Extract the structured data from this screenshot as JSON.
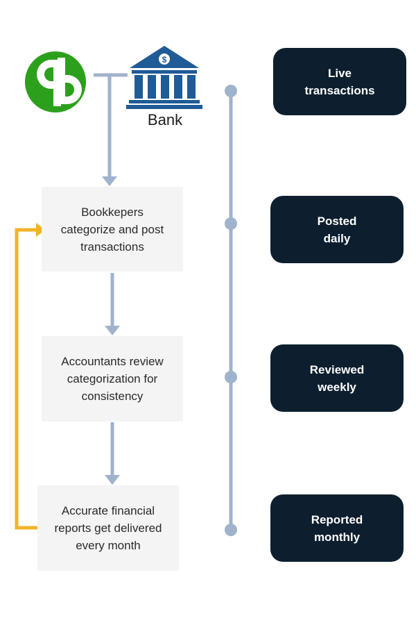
{
  "colors": {
    "qb_green": "#2ca01c",
    "bank_blue": "#1f5b96",
    "connector": "#9fb3cd",
    "feedback": "#f0b429",
    "badge_bg": "#0d1f2e",
    "box_bg": "#f4f4f4"
  },
  "logos": {
    "quickbooks": "quickbooks-logo",
    "bank": "bank-icon"
  },
  "bank_label": "Bank",
  "steps": [
    {
      "text": "Bookkepers\ncategorize and post\ntransactions"
    },
    {
      "text": "Accountants review\ncategorization for\nconsistency"
    },
    {
      "text": "Accurate financial\nreports get delivered\nevery month"
    }
  ],
  "timeline": [
    {
      "label": "Live\ntransactions"
    },
    {
      "label": "Posted\ndaily"
    },
    {
      "label": "Reviewed\nweekly"
    },
    {
      "label": "Reported\nmonthly"
    }
  ]
}
